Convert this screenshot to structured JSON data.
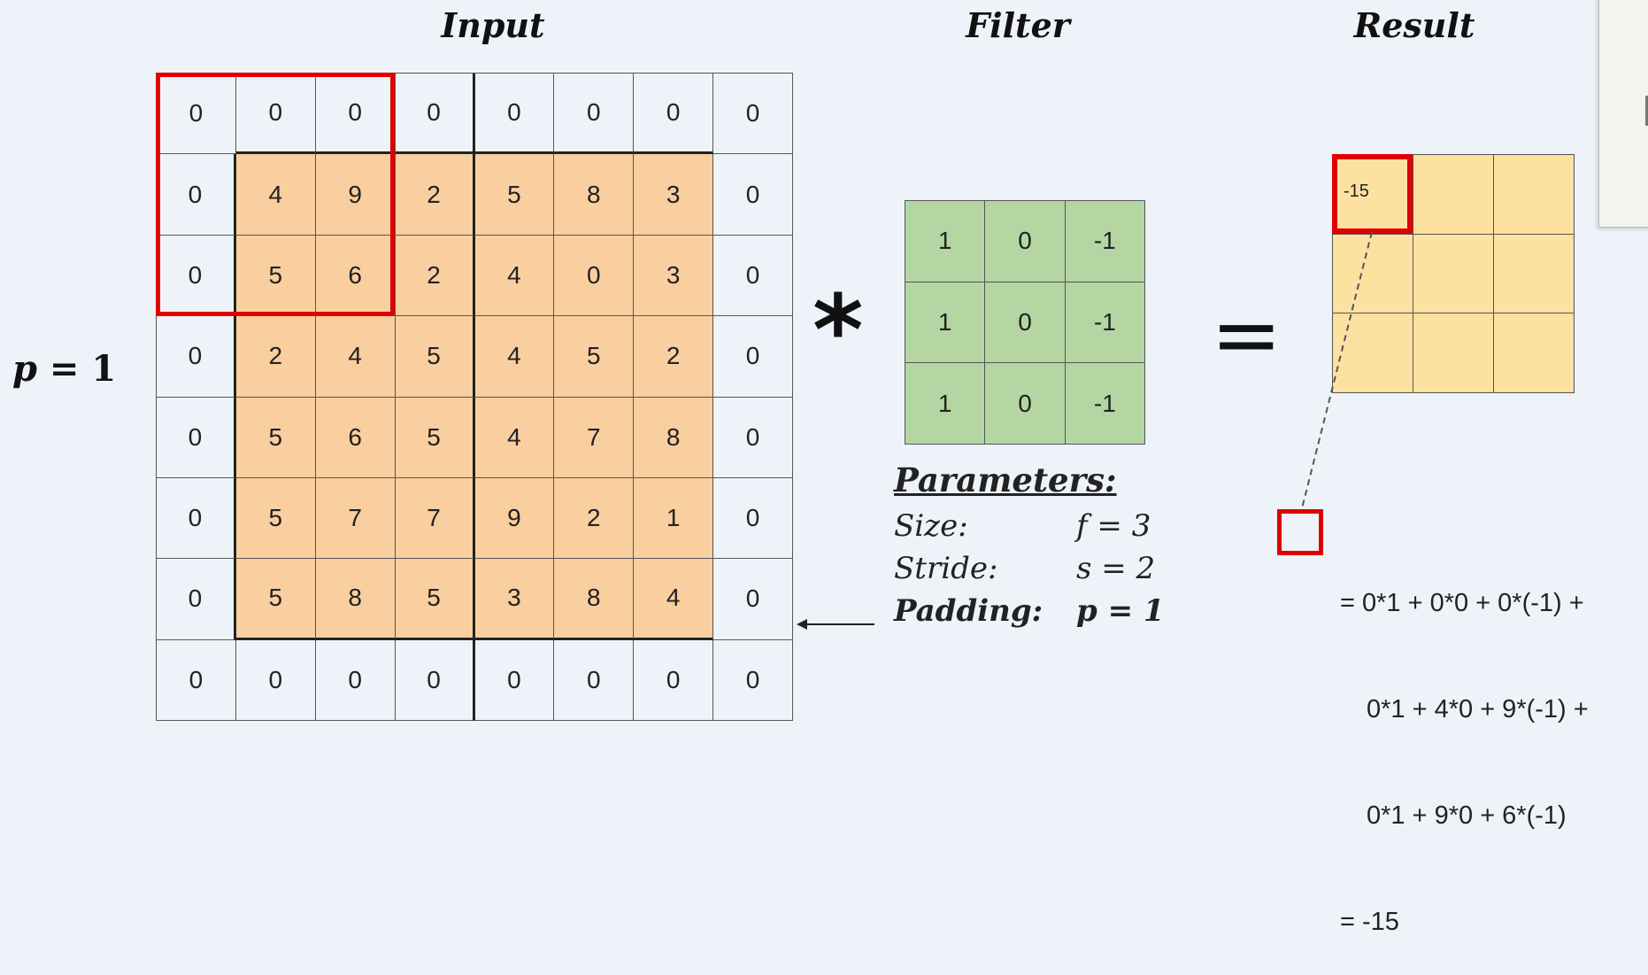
{
  "titles": {
    "input": "Input",
    "filter": "Filter",
    "result": "Result"
  },
  "padding_label": {
    "var": "p",
    "eq": "= 1"
  },
  "input_matrix": [
    [
      "0",
      "0",
      "0",
      "0",
      "0",
      "0",
      "0",
      "0"
    ],
    [
      "0",
      "4",
      "9",
      "2",
      "5",
      "8",
      "3",
      "0"
    ],
    [
      "0",
      "5",
      "6",
      "2",
      "4",
      "0",
      "3",
      "0"
    ],
    [
      "0",
      "2",
      "4",
      "5",
      "4",
      "5",
      "2",
      "0"
    ],
    [
      "0",
      "5",
      "6",
      "5",
      "4",
      "7",
      "8",
      "0"
    ],
    [
      "0",
      "5",
      "7",
      "7",
      "9",
      "2",
      "1",
      "0"
    ],
    [
      "0",
      "5",
      "8",
      "5",
      "3",
      "8",
      "4",
      "0"
    ],
    [
      "0",
      "0",
      "0",
      "0",
      "0",
      "0",
      "0",
      "0"
    ]
  ],
  "filter_matrix": [
    [
      "1",
      "0",
      "-1"
    ],
    [
      "1",
      "0",
      "-1"
    ],
    [
      "1",
      "0",
      "-1"
    ]
  ],
  "result_matrix": [
    [
      "-15",
      "",
      ""
    ],
    [
      "",
      "",
      ""
    ],
    [
      "",
      "",
      ""
    ]
  ],
  "operators": {
    "convolution": "*",
    "equals": "="
  },
  "parameters": {
    "heading": "Parameters:",
    "rows": [
      {
        "key": "Size:",
        "value": "f = 3"
      },
      {
        "key": "Stride:",
        "value": "s = 2"
      },
      {
        "key": "Padding:",
        "value": "p = 1"
      }
    ]
  },
  "calculation": [
    "= 0*1 + 0*0 + 0*(-1) +",
    "0*1 + 4*0 + 9*(-1) +",
    "0*1 + 9*0 + 6*(-1)",
    "= -15"
  ],
  "colors": {
    "padding_cell": "#eef3fa",
    "input_cell": "#f9cf9f",
    "filter_cell": "#b4d6a3",
    "result_cell": "#fde1a0",
    "highlight": "#e00000"
  }
}
